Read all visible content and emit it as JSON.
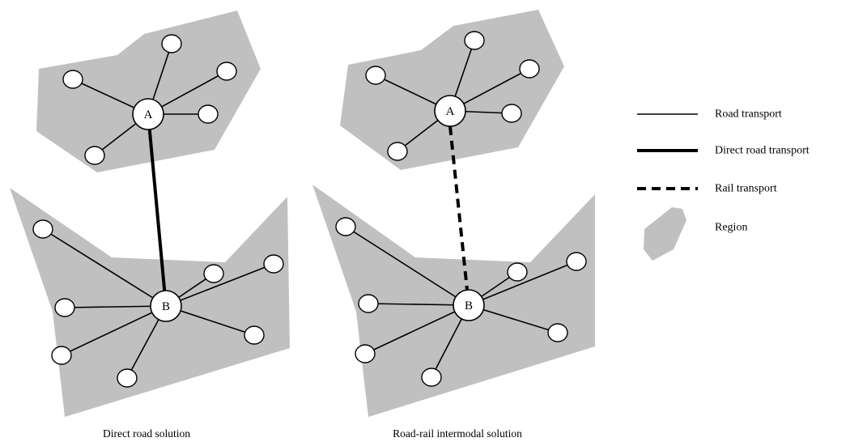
{
  "diagrams": [
    {
      "hub_a": "A",
      "hub_b": "B",
      "link": "direct",
      "caption": "Direct road solution"
    },
    {
      "hub_a": "A",
      "hub_b": "B",
      "link": "rail",
      "caption": "Road-rail intermodal solution"
    }
  ],
  "legend": {
    "road": "Road transport",
    "direct": "Direct road transport",
    "rail": "Rail transport",
    "region": "Region"
  },
  "colors": {
    "region": "#c0c0c0",
    "line": "#000000",
    "node": "#ffffff"
  }
}
